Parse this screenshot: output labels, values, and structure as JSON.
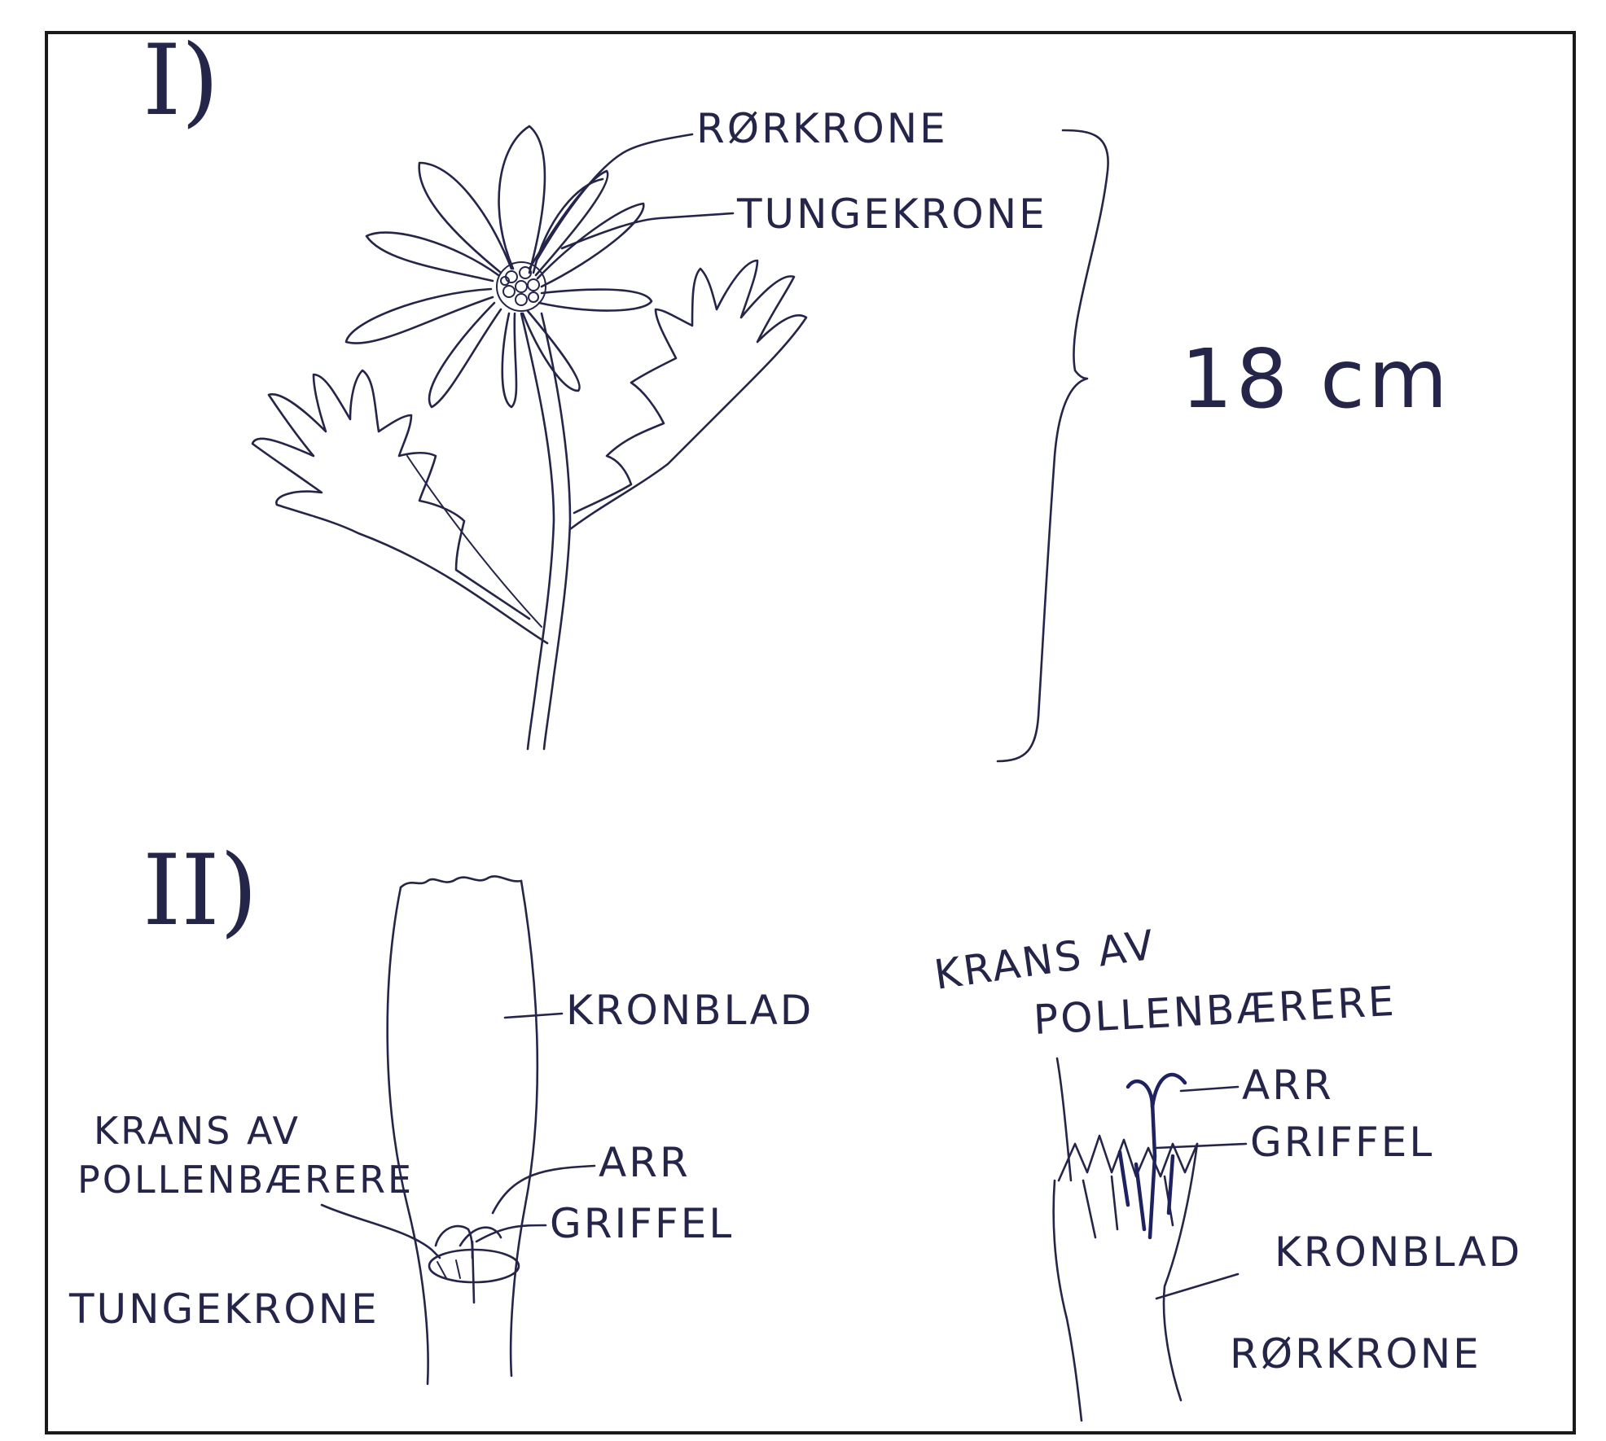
{
  "part1": {
    "numeral": "I)",
    "labels": {
      "rorkrone": "RØRKRONE",
      "tungekrone": "TUNGEKRONE"
    },
    "height_label": "18 cm"
  },
  "part2": {
    "numeral": "II)",
    "tongue_floret": {
      "kronblad": "KRONBLAD",
      "krans_line1": "KRANS AV",
      "krans_line2": "POLLENBÆRERE",
      "arr": "ARR",
      "griffel": "GRIFFEL",
      "title": "TUNGEKRONE"
    },
    "tube_floret": {
      "krans_line1": "KRANS AV",
      "krans_line2": "POLLENBÆRERE",
      "arr": "ARR",
      "griffel": "GRIFFEL",
      "kronblad": "KRONBLAD",
      "title": "RØRKRONE"
    }
  }
}
